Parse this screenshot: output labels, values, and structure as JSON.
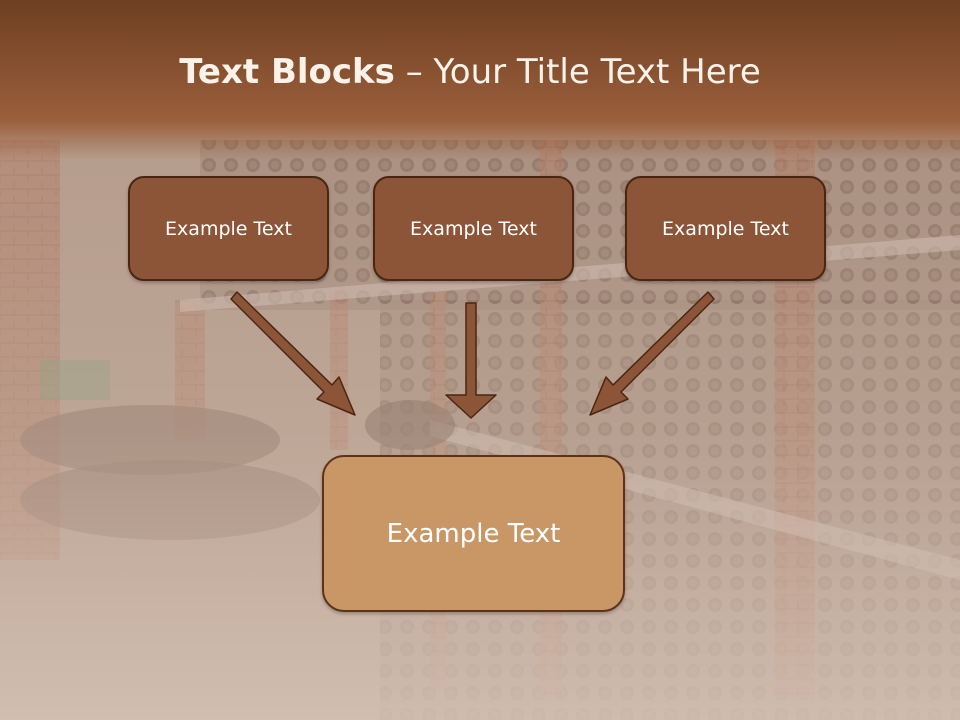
{
  "slide": {
    "title_bold": "Text Blocks",
    "title_separator": "–",
    "title_rest": "Your Title Text Here"
  },
  "blocks": [
    {
      "label": "Example Text"
    },
    {
      "label": "Example Text"
    },
    {
      "label": "Example Text"
    }
  ],
  "main_block": {
    "label": "Example Text"
  },
  "colors": {
    "header_brown": "#7a4a2a",
    "block_fill": "#8c5537",
    "block_border": "#4a2612",
    "main_block_fill": "#c99766",
    "arrow_fill": "#8c5537",
    "title_text": "#fbf3ea"
  }
}
